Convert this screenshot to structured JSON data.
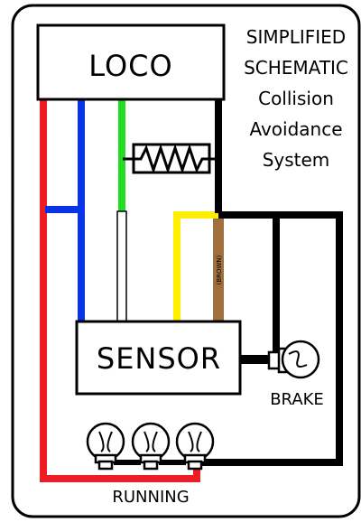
{
  "title_lines": [
    "SIMPLIFIED",
    "SCHEMATIC",
    "Collision",
    "Avoidance",
    "System"
  ],
  "blocks": {
    "loco": "LOCO",
    "sensor": "SENSOR"
  },
  "labels": {
    "brake": "BRAKE",
    "running": "RUNNING",
    "brown_wire": "(BROWN)"
  },
  "colors": {
    "background": "#ffffff",
    "outline": "#000000",
    "wire_red": "#ee1c24",
    "wire_blue": "#0b33e6",
    "wire_green": "#22dd22",
    "wire_white": "#ffffff",
    "wire_yellow": "#ffee00",
    "wire_brown": "#a0703c",
    "wire_black": "#000000"
  }
}
